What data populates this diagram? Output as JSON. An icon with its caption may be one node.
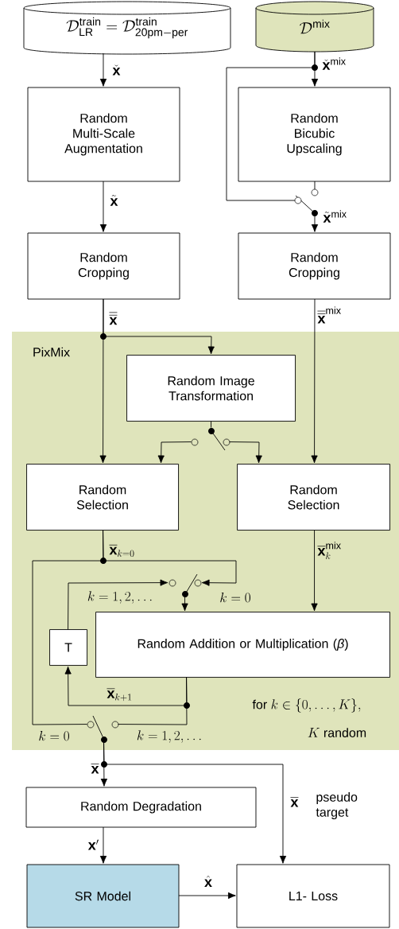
{
  "diagram": {
    "nodes": [
      {
        "text": [
          "\\mathcal{D}^{\\mathrm{train}}_{\\mathrm{LR}}=\\mathcal{D}^{\\mathrm{train}}_{\\mathrm{20pm-per}}"
        ]
      },
      {
        "text": [
          "\\mathcal{D}^{\\mathrm{mix}}"
        ]
      },
      {
        "text": [
          "Random Multi-Scale Augmentation"
        ]
      },
      {
        "text": [
          "Random Bicubic Upscaling"
        ]
      },
      {
        "text": [
          "Random Cropping"
        ]
      },
      {
        "text": [
          "Random Cropping"
        ]
      },
      {
        "text": [
          "PixMix"
        ]
      },
      {
        "text": [
          "Random Image Transformation"
        ],
        "in": 6
      },
      {
        "text": [
          "Random Selection"
        ],
        "in": 6
      },
      {
        "text": [
          "Random Selection"
        ],
        "in": 6
      },
      {
        "text": [
          "T"
        ],
        "in": 6
      },
      {
        "text": [
          "Random Addition or Multiplication (*β*)"
        ],
        "in": 6
      },
      {
        "text": [
          "Random Degradation"
        ]
      },
      {
        "text": [
          "SR Model"
        ]
      },
      {
        "text": [
          "L1- Loss"
        ]
      },
      {
        "text": [],
        "shape": "switch"
      },
      {
        "text": [],
        "shape": "switch",
        "in": 6
      },
      {
        "text": [],
        "shape": "switch",
        "in": 6
      },
      {
        "text": [],
        "shape": "switch",
        "in": 6
      }
    ],
    "edges": [
      {
        "from": 0,
        "to": 2,
        "arrow": "to",
        "label": "\\check{\\mathbf{x}}"
      },
      {
        "from": 1,
        "to": 3,
        "arrow": "to",
        "label": "\\check{\\mathbf{x}}^{\\mathrm{mix}}"
      },
      {
        "from": 1,
        "to": 15,
        "arrow": "none"
      },
      {
        "from": 3,
        "to": 15,
        "arrow": "none"
      },
      {
        "from": 15,
        "to": 5,
        "arrow": "to",
        "label": "\\tilde{\\mathbf{x}}^{\\mathrm{mix}}"
      },
      {
        "from": 2,
        "to": 4,
        "arrow": "to",
        "label": "\\tilde{\\mathbf{x}}"
      },
      {
        "from": 4,
        "to": 8,
        "arrow": "to",
        "label": "\\overline{\\overline{\\mathbf{x}}}"
      },
      {
        "from": 4,
        "to": 7,
        "arrow": "to"
      },
      {
        "from": 5,
        "to": 9,
        "arrow": "to",
        "label": "\\overline{\\overline{\\mathbf{x}}}^{\\mathrm{mix}}"
      },
      {
        "from": 7,
        "to": 16,
        "arrow": "none"
      },
      {
        "from": 16,
        "to": 8,
        "arrow": "to"
      },
      {
        "from": 16,
        "to": 9,
        "arrow": "to"
      },
      {
        "from": 8,
        "to": 17,
        "arrow": "to",
        "label": "\\overline{\\mathbf{x}}_{k=0}"
      },
      {
        "from": 10,
        "to": 17,
        "arrow": "to"
      },
      {
        "from": 17,
        "to": 11,
        "arrow": "to"
      },
      {
        "from": 9,
        "to": 11,
        "arrow": "to",
        "label": "\\overline{\\mathbf{x}}^{\\mathrm{mix}}_{k}"
      },
      {
        "from": 11,
        "to": 10,
        "arrow": "to",
        "label": "\\overline{\\mathbf{x}}_{k+1}"
      },
      {
        "from": 8,
        "to": 18,
        "arrow": "none"
      },
      {
        "from": 11,
        "to": 18,
        "arrow": "none"
      },
      {
        "from": 18,
        "to": 12,
        "arrow": "to",
        "label": "\\overline{\\mathbf{x}}"
      },
      {
        "from": 18,
        "to": 14,
        "arrow": "to",
        "label": "\\overline{\\mathbf{x}}"
      },
      {
        "from": 12,
        "to": 13,
        "arrow": "to",
        "label": "\\mathbf{x}'"
      },
      {
        "from": 13,
        "to": 14,
        "arrow": "to",
        "label": "\\hat{\\mathbf{x}}"
      }
    ],
    "labels": [
      "k=1, 2, \\ldots",
      "k=0",
      "\\text{for } k \\in \\{0, \\ldots, K\\},",
      "K\\text{ random}",
      "k=0",
      "k=1, 2, \\ldots",
      "pseudo target"
    ]
  }
}
